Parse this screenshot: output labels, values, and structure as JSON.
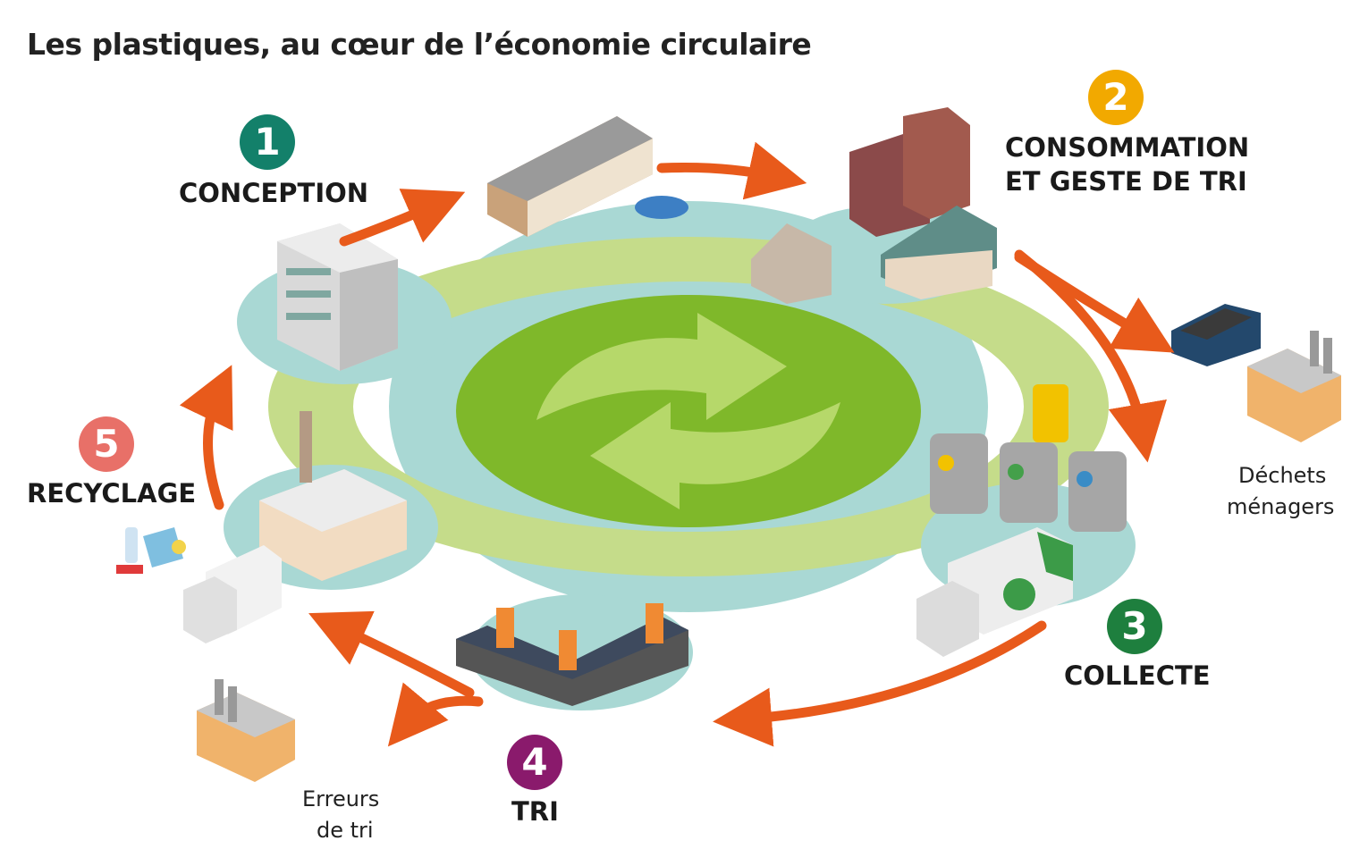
{
  "title": "Les plastiques, au cœur de l’économie circulaire",
  "colors": {
    "conception": "#13806a",
    "consommation": "#f2a900",
    "collecte": "#1e7f3e",
    "tri": "#8a1a6c",
    "recyclage": "#e87068",
    "arrow": "#e85a1b",
    "ring_green": "#c5dc8a",
    "ring_blue": "#a9d8d4",
    "center_green": "#7fb82a",
    "center_light": "#b6d86a"
  },
  "stages": [
    {
      "number": "1",
      "label": "CONCEPTION"
    },
    {
      "number": "2",
      "label_line1": "CONSOMMATION",
      "label_line2": "ET GESTE DE TRI"
    },
    {
      "number": "3",
      "label": "COLLECTE"
    },
    {
      "number": "4",
      "label": "TRI"
    },
    {
      "number": "5",
      "label": "RECYCLAGE"
    }
  ],
  "notes": {
    "dechets_line1": "Déchets",
    "dechets_line2": "ménagers",
    "erreurs_line1": "Erreurs",
    "erreurs_line2": "de tri"
  },
  "icons": [
    "factory-icon",
    "shop-icon",
    "houses-icon",
    "bins-icon",
    "garbage-truck-icon",
    "sorting-line-icon",
    "recycling-plant-icon",
    "delivery-truck-icon",
    "recycle-arrows-icon",
    "dumpster-icon",
    "incinerator-icon"
  ]
}
